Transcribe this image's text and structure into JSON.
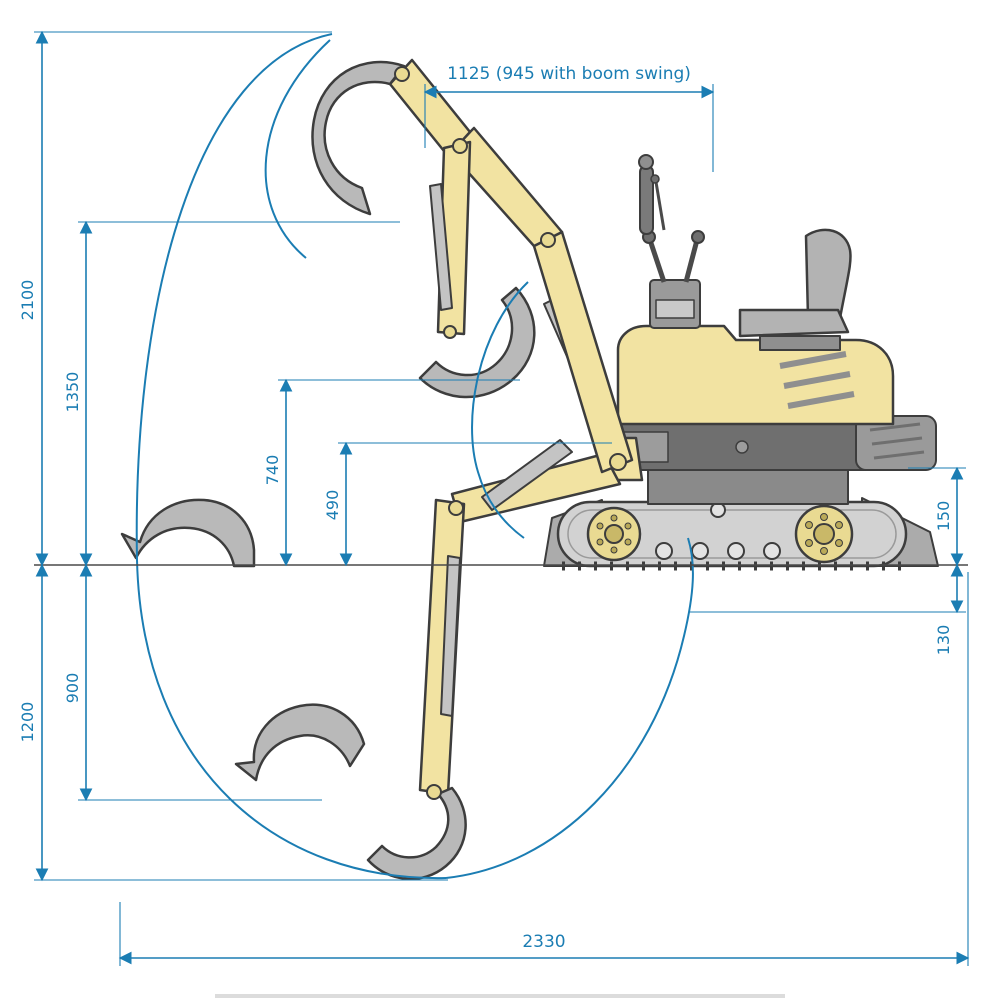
{
  "diagram": {
    "type": "excavator-working-range-diagram",
    "accent_color": "#1b7db3",
    "ground_color": "#4a4a4a",
    "machine_colors": {
      "body": "#f2e3a2",
      "metal": "#b9b9b9",
      "track": "#d2d2d2",
      "outline": "#3d3d3d"
    },
    "dimensions": {
      "d1125": {
        "label": "1125 (945 with boom swing)"
      },
      "d2100": {
        "label": "2100"
      },
      "d1350": {
        "label": "1350"
      },
      "d740": {
        "label": "740"
      },
      "d490": {
        "label": "490"
      },
      "d150": {
        "label": "150"
      },
      "d130": {
        "label": "130"
      },
      "d900": {
        "label": "900"
      },
      "d1200": {
        "label": "1200"
      },
      "d2330": {
        "label": "2330"
      }
    }
  }
}
